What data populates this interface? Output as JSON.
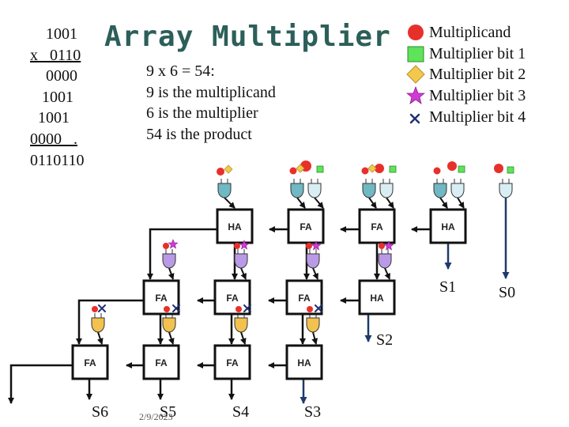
{
  "title": "Array Multiplier",
  "long_multiplication": {
    "lines": [
      "    1001",
      "x   0110",
      "    0000",
      "   1001",
      "  1001",
      "0000   .",
      "0110110"
    ]
  },
  "explanation": [
    "9 x 6 = 54:",
    "9 is the multiplicand",
    "6 is the multiplier",
    "54 is the product"
  ],
  "legend": [
    {
      "icon": "red-circle",
      "label": "Multiplicand",
      "color": "#e8302a"
    },
    {
      "icon": "green-square",
      "label": "Multiplier bit 1",
      "color": "#5ee35a"
    },
    {
      "icon": "yellow-diamond",
      "label": "Multiplier bit 2",
      "color": "#f2c94c"
    },
    {
      "icon": "magenta-star",
      "label": "Multiplier bit 3",
      "color": "#d23ad6"
    },
    {
      "icon": "navy-cross",
      "label": "Multiplier bit 4",
      "color": "#1f2f70"
    }
  ],
  "gate_colors": {
    "row1": "#6fb8c4",
    "row1_light": "#d8eef3",
    "row2": "#b89ae6",
    "row3": "#f2c14e"
  },
  "row1_blocks": [
    "HA",
    "FA",
    "FA",
    "HA"
  ],
  "row2_blocks": [
    "FA",
    "FA",
    "FA",
    "HA"
  ],
  "row3_blocks": [
    "FA",
    "FA",
    "FA",
    "HA"
  ],
  "outputs": [
    "S0",
    "S1",
    "S2",
    "S3",
    "S4",
    "S5",
    "S6"
  ],
  "date": "2/9/2023"
}
